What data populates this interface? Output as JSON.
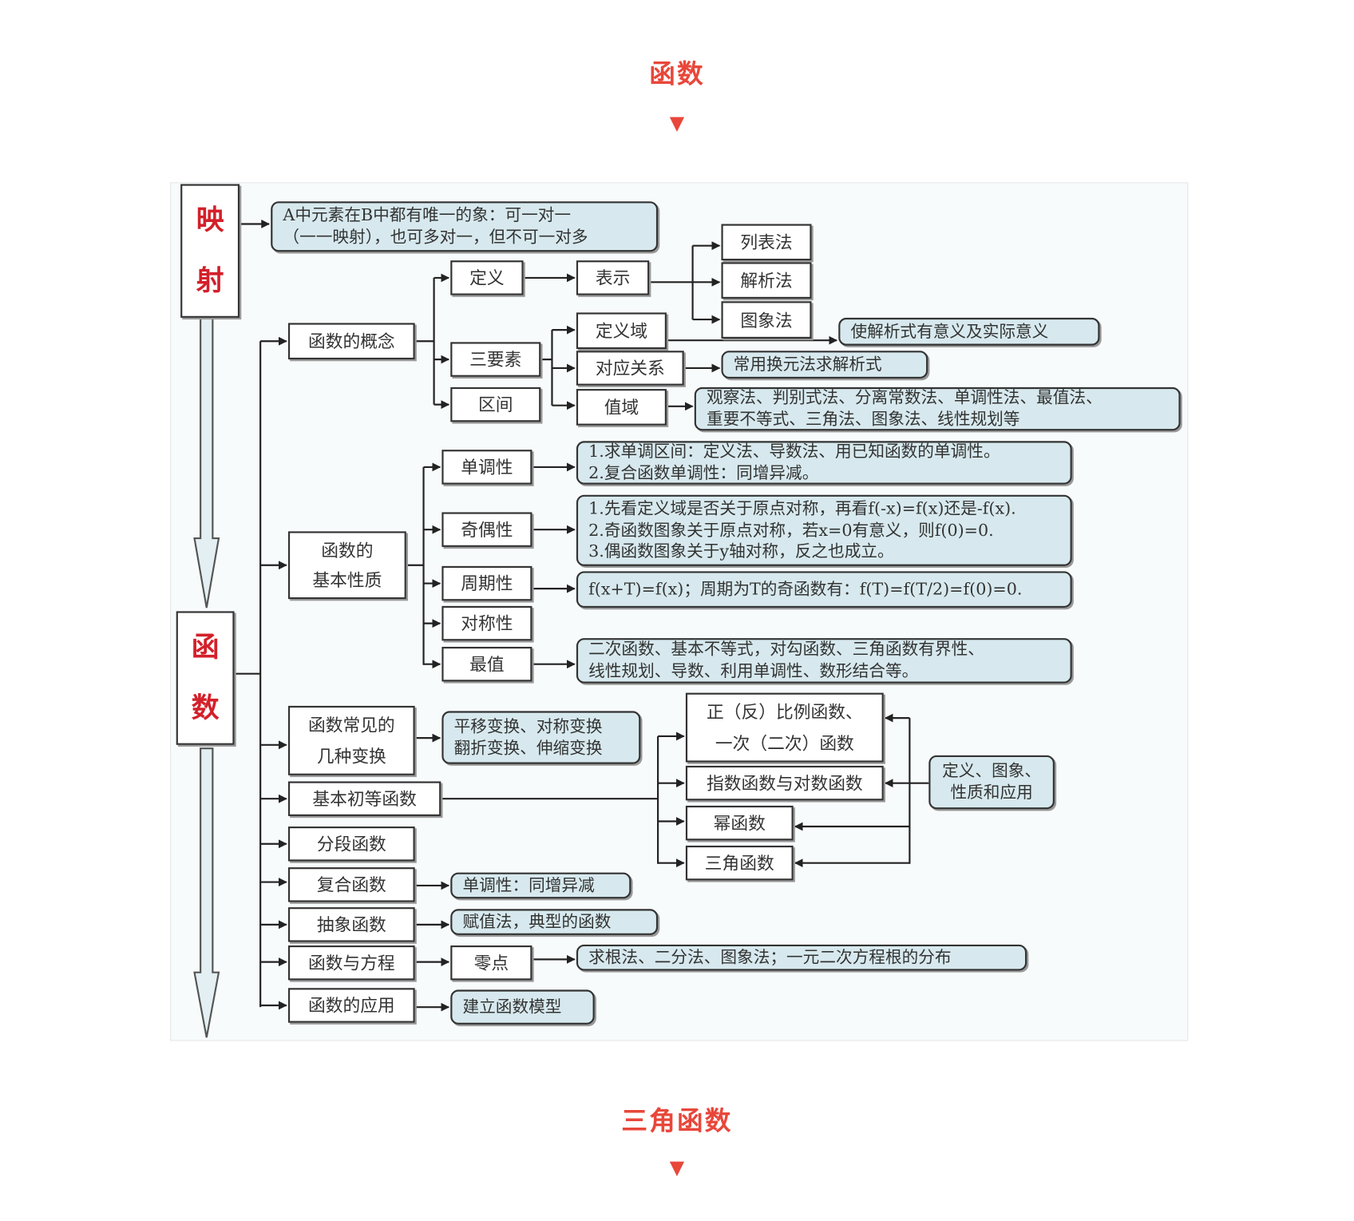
{
  "section1": {
    "title": "函数",
    "arrow": "▼"
  },
  "section2": {
    "title": "三角函数",
    "arrow": "▼"
  },
  "diagram": {
    "mapping": {
      "chars": [
        "映",
        "射"
      ],
      "note_lines": [
        "A中元素在B中都有唯一的象：可一对一",
        "（一一映射），也可多对一，但不可一对多"
      ]
    },
    "function": {
      "chars": [
        "函",
        "数"
      ]
    },
    "concept": {
      "label": "函数的概念",
      "definition": "定义",
      "representation": "表示",
      "methods": [
        "列表法",
        "解析法",
        "图象法"
      ],
      "three_elements": "三要素",
      "interval": "区间",
      "domain": "定义域",
      "domain_note": "使解析式有意义及实际意义",
      "correspondence": "对应关系",
      "correspondence_note": "常用换元法求解析式",
      "range": "值域",
      "range_note_lines": [
        "观察法、判别式法、分离常数法、单调性法、最值法、",
        "重要不等式、三角法、图象法、线性规划等"
      ]
    },
    "properties": {
      "label_lines": [
        "函数的",
        "基本性质"
      ],
      "monotonicity": "单调性",
      "monotonicity_note": [
        "1.求单调区间：定义法、导数法、用已知函数的单调性。",
        "2.复合函数单调性：同增异减。"
      ],
      "parity": "奇偶性",
      "parity_note": [
        "1.先看定义域是否关于原点对称，再看f(-x)=f(x)还是-f(x).",
        "2.奇函数图象关于原点对称，若x=0有意义，则f(0)=0.",
        "3.偶函数图象关于y轴对称，反之也成立。"
      ],
      "periodicity": "周期性",
      "periodicity_note": "f(x+T)=f(x)；周期为T的奇函数有：f(T)=f(T/2)=f(0)=0.",
      "symmetry": "对称性",
      "extremum": "最值",
      "extremum_note": [
        "二次函数、基本不等式，对勾函数、三角函数有界性、",
        "线性规划、导数、利用单调性、数形结合等。"
      ]
    },
    "transform": {
      "label_lines": [
        "函数常见的",
        "几种变换"
      ],
      "note_lines": [
        "平移变换、对称变换",
        "翻折变换、伸缩变换"
      ]
    },
    "elementary": {
      "label": "基本初等函数",
      "linear_lines": [
        "正（反）比例函数、",
        "一次（二次）函数"
      ],
      "exp_log": "指数函数与对数函数",
      "power": "幂函数",
      "trig": "三角函数",
      "note_lines": [
        "定义、图象、",
        "性质和应用"
      ]
    },
    "piecewise": "分段函数",
    "composite": {
      "label": "复合函数",
      "note": "单调性：同增异减"
    },
    "abstract": {
      "label": "抽象函数",
      "note": "赋值法，典型的函数"
    },
    "equation": {
      "label": "函数与方程",
      "zero": "零点",
      "note": "求根法、二分法、图象法；一元二次方程根的分布"
    },
    "application": {
      "label": "函数的应用",
      "note": "建立函数模型"
    }
  }
}
